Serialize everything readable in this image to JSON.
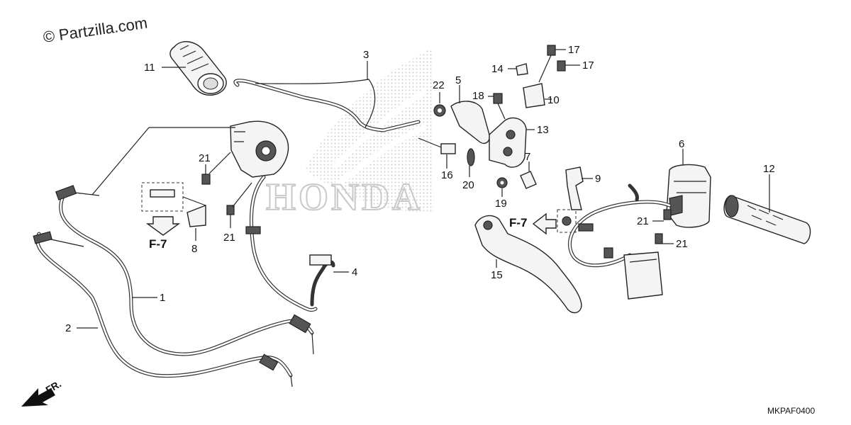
{
  "watermark": "© Partzilla.com",
  "diagram_code": "MKPAF0400",
  "brand_text": "HONDA",
  "direction_label": "FR.",
  "reference_labels": {
    "left": "F-7",
    "right": "F-7"
  },
  "callouts": {
    "c1": "1",
    "c2": "2",
    "c3": "3",
    "c4": "4",
    "c5": "5",
    "c6": "6",
    "c7": "7",
    "c8": "8",
    "c9": "9",
    "c10": "10",
    "c11": "11",
    "c12": "12",
    "c13": "13",
    "c14": "14",
    "c15": "15",
    "c16": "16",
    "c17a": "17",
    "c17b": "17",
    "c18": "18",
    "c19": "19",
    "c20": "20",
    "c21a": "21",
    "c21b": "21",
    "c21c": "21",
    "c21d": "21",
    "c22": "22"
  },
  "icons": [
    "grip-icon",
    "throttle-housing-icon",
    "cable-icon",
    "lever-icon",
    "switch-icon",
    "bolt-icon",
    "arrow-icon"
  ]
}
